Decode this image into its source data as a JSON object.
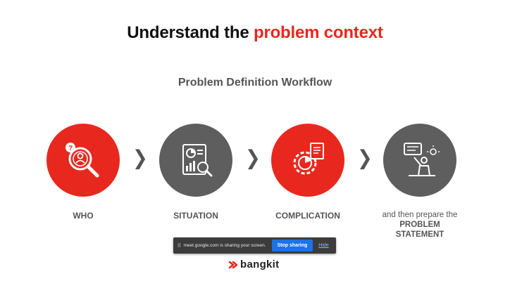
{
  "slide": {
    "title_part1": "Understand the ",
    "title_part2": "problem context",
    "subtitle": "Problem Definition Workflow",
    "colors": {
      "accent": "#e8281e",
      "grey_circle": "#5e5e5e",
      "text": "#555555"
    }
  },
  "steps": [
    {
      "label": "WHO",
      "icon": "magnifier-person-question-icon",
      "color": "red"
    },
    {
      "label": "SITUATION",
      "icon": "report-charts-icon",
      "color": "grey"
    },
    {
      "label": "COMPLICATION",
      "icon": "gear-document-icon",
      "color": "red"
    },
    {
      "label_prefix": "and then prepare the",
      "label_line2": "PROBLEM",
      "label_line3": "STATEMENT",
      "icon": "presenter-idea-icon",
      "color": "grey"
    }
  ],
  "arrows": [
    "❯",
    "❯",
    "❯"
  ],
  "share_bar": {
    "grip": "II",
    "message": "meet.google.com is sharing your screen.",
    "stop_label": "Stop sharing",
    "hide_label": "Hide"
  },
  "logo": {
    "text": "bangkit",
    "icon": "bangkit-logo-icon"
  }
}
